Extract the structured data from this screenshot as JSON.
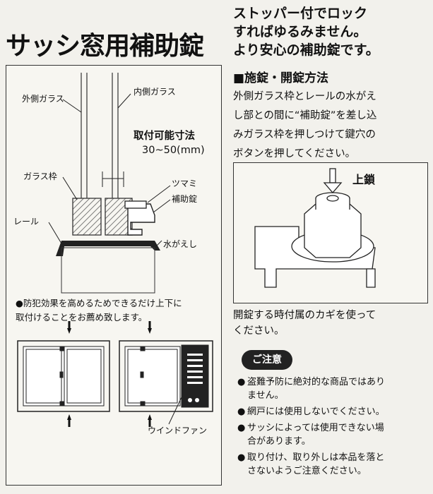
{
  "title": "サッシ窓用補助錠",
  "headline": [
    "ストッパー付でロック",
    "すればゆるみません。",
    "より安心の補助錠です。"
  ],
  "method": {
    "title": "■施錠・開錠方法",
    "lines": [
      "外側ガラス枠とレールの水がえ",
      "し部との間に“補助錠”を差し込",
      "みガラス枠を押しつけて鍵穴の",
      "ボタンを押してください。"
    ]
  },
  "diagram": {
    "outer_glass": "外側ガラス",
    "inner_glass": "内側ガラス",
    "mount_size_label": "取付可能寸法",
    "mount_size_value": "30~50(mm)",
    "glass_frame": "ガラス枠",
    "knob": "ツマミ",
    "aux_lock": "補助錠",
    "rail": "レール",
    "drip": "水がえし",
    "window_fan": "ウインドファン"
  },
  "anti_crime_note": [
    "●防犯効果を高めるためできるだけ上下に",
    "取付けることをお薦め致します。"
  ],
  "lock_label": "上鎖",
  "unlock_note": [
    "開錠する時付属のカギを使って",
    "ください。"
  ],
  "caution_title": "ご注意",
  "cautions": [
    {
      "bullet": "●",
      "lines": [
        "盗難予防に絶対的な商品ではあり",
        "ません。"
      ]
    },
    {
      "bullet": "●",
      "lines": [
        "網戸には使用しないでください。"
      ]
    },
    {
      "bullet": "●",
      "lines": [
        "サッシによっては使用できない場",
        "合があります。"
      ]
    },
    {
      "bullet": "●",
      "lines": [
        "取り付け、取り外しは本品を落と",
        "さないようご注意ください。"
      ]
    }
  ]
}
